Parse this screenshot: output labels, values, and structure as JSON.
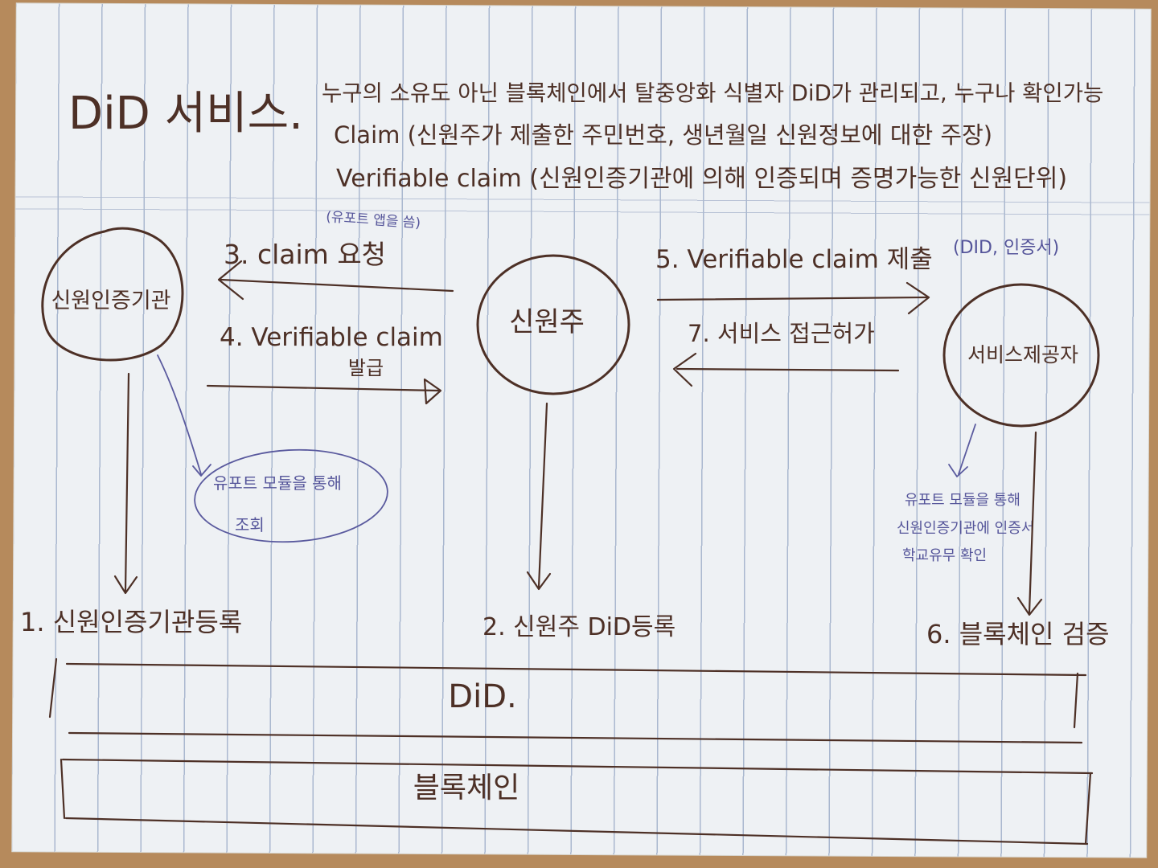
{
  "title": "DiD 서비스.",
  "definitions": {
    "line1": "누구의 소유도 아닌 블록체인에서 탈중앙화 식별자 DiD가 관리되고, 누구나 확인가능",
    "line2": "Claim (신원주가 제출한 주민번호, 생년월일 신원정보에 대한 주장)",
    "line3": "Verifiable claim (신원인증기관에 의해 인증되며 증명가능한 신원단위)"
  },
  "nodes": {
    "issuer": "신원인증기관",
    "holder": "신원주",
    "verifier": "서비스제공자"
  },
  "flows": {
    "step3": "3. claim 요청",
    "step3_note": "(유포트 앱을 씀)",
    "step4_a": "4. Verifiable claim",
    "step4_b": "발급",
    "step5": "5. Verifiable claim 제출",
    "step5_note": "(DID, 인증서)",
    "step7": "7. 서비스 접근허가"
  },
  "side_notes": {
    "issuer_note_a": "유포트 모듈을 통해",
    "issuer_note_b": "조회",
    "verifier_note_a": "유포트 모듈을 통해",
    "verifier_note_b": "신원인증기관에 인증서",
    "verifier_note_c": "학교유무 확인"
  },
  "steps": {
    "step1": "1. 신원인증기관등록",
    "step2": "2. 신원주 DiD등록",
    "step6": "6. 블록체인 검증"
  },
  "layers": {
    "did": "DiD.",
    "blockchain": "블록체인"
  }
}
